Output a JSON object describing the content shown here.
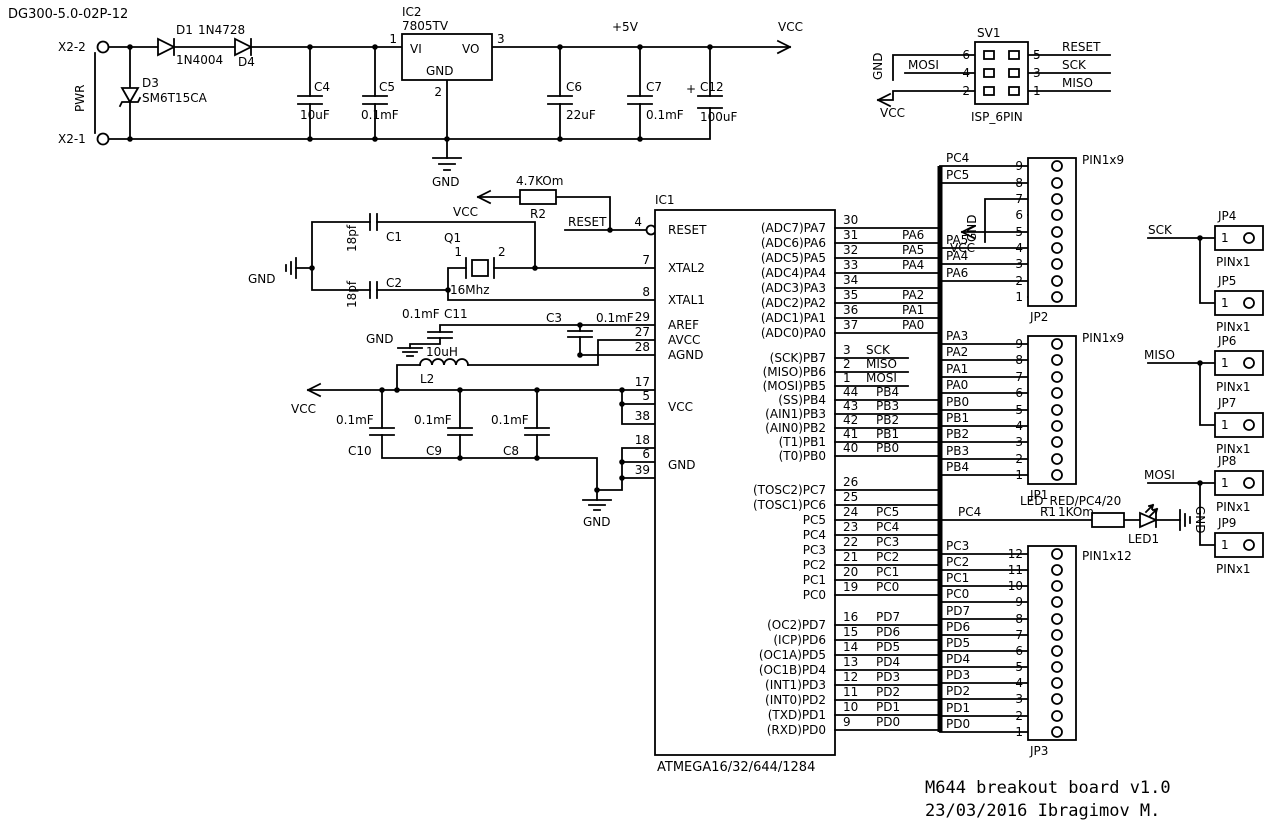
{
  "title": "DG300-5.0-02P-12",
  "footer": {
    "line1": "M644 breakout board v1.0",
    "line2": "23/03/2016 Ibragimov M."
  },
  "power": {
    "x2_2": "X2-2",
    "x2_1": "X2-1",
    "pwr": "PWR",
    "d1": {
      "name": "D1",
      "value": "1N4004"
    },
    "d4": {
      "name": "D4",
      "value": "1N4728"
    },
    "d3": {
      "name": "D3",
      "value": "SM6T15CA"
    },
    "c4": {
      "name": "C4",
      "value": "10uF"
    },
    "c5": {
      "name": "C5",
      "value": "0.1mF"
    },
    "c6": {
      "name": "C6",
      "value": "22uF"
    },
    "c7": {
      "name": "C7",
      "value": "0.1mF"
    },
    "c12": {
      "name": "C12",
      "value": "100uF",
      "plus": "+"
    },
    "plus5v": "+5V",
    "vcc": "VCC",
    "gnd": "GND"
  },
  "regulator": {
    "name": "IC2",
    "value": "7805TV",
    "vi": "VI",
    "vo": "VO",
    "gnd": "GND",
    "pin_in": "1",
    "pin_out": "3",
    "pin_gnd": "2"
  },
  "isp": {
    "name": "SV1",
    "type": "ISP_6PIN",
    "pin6": "6",
    "pin4": "4",
    "pin2": "2",
    "pin5": "5",
    "pin3": "3",
    "pin1": "1",
    "gnd": "GND",
    "mosi": "MOSI",
    "vcc": "VCC",
    "reset": "RESET",
    "sck": "SCK",
    "miso": "MISO"
  },
  "reset_net": {
    "vcc": "VCC",
    "r2": {
      "name": "R2",
      "value": "4.7KOm"
    },
    "label": "RESET"
  },
  "xtal": {
    "q1": "Q1",
    "freq": "16Mhz",
    "pin1": "1",
    "pin2": "2",
    "c1": {
      "name": "C1",
      "value": "18pf"
    },
    "c2": {
      "name": "C2",
      "value": "18pf"
    },
    "gnd": "GND"
  },
  "analog": {
    "c11": {
      "name": "C11",
      "value": "0.1mF"
    },
    "l2": {
      "name": "L2",
      "value": "10uH"
    },
    "c3": {
      "name": "C3",
      "value": "0.1mF"
    },
    "gnd": "GND"
  },
  "decoupling": {
    "vcc": "VCC",
    "gnd": "GND",
    "c10": {
      "name": "C10",
      "value": "0.1mF"
    },
    "c9": {
      "name": "C9",
      "value": "0.1mF"
    },
    "c8": {
      "name": "C8",
      "value": "0.1mF"
    }
  },
  "mcu": {
    "name": "IC1",
    "part": "ATMEGA16/32/644/1284",
    "left": [
      {
        "num": "4",
        "name": "RESET"
      },
      {
        "num": "7",
        "name": "XTAL2"
      },
      {
        "num": "8",
        "name": "XTAL1"
      },
      {
        "num": "29",
        "name": "AREF"
      },
      {
        "num": "27",
        "name": "AVCC"
      },
      {
        "num": "28",
        "name": "AGND"
      },
      {
        "num": "17"
      },
      {
        "num": "5",
        "name": "VCC"
      },
      {
        "num": "38"
      },
      {
        "num": "18"
      },
      {
        "num": "6",
        "name": "GND"
      },
      {
        "num": "39"
      }
    ],
    "porta": [
      {
        "name": "(ADC7)PA7",
        "num": "30"
      },
      {
        "name": "(ADC6)PA6",
        "num": "31",
        "net": "PA6"
      },
      {
        "name": "(ADC5)PA5",
        "num": "32",
        "net": "PA5"
      },
      {
        "name": "(ADC4)PA4",
        "num": "33",
        "net": "PA4"
      },
      {
        "name": "(ADC3)PA3",
        "num": "34"
      },
      {
        "name": "(ADC2)PA2",
        "num": "35",
        "net": "PA2"
      },
      {
        "name": "(ADC1)PA1",
        "num": "36",
        "net": "PA1"
      },
      {
        "name": "(ADC0)PA0",
        "num": "37",
        "net": "PA0"
      }
    ],
    "portb": [
      {
        "name": "(SCK)PB7",
        "num": "3",
        "net": "SCK"
      },
      {
        "name": "(MISO)PB6",
        "num": "2",
        "net": "MISO"
      },
      {
        "name": "(MOSI)PB5",
        "num": "1",
        "net": "MOSI"
      },
      {
        "name": "(SS)PB4",
        "num": "44",
        "net": "PB4"
      },
      {
        "name": "(AIN1)PB3",
        "num": "43",
        "net": "PB3"
      },
      {
        "name": "(AIN0)PB2",
        "num": "42",
        "net": "PB2"
      },
      {
        "name": "(T1)PB1",
        "num": "41",
        "net": "PB1"
      },
      {
        "name": "(T0)PB0",
        "num": "40",
        "net": "PB0"
      }
    ],
    "portc": [
      {
        "name": "(TOSC2)PC7",
        "num": "26"
      },
      {
        "name": "(TOSC1)PC6",
        "num": "25"
      },
      {
        "name": "PC5",
        "num": "24",
        "net": "PC5"
      },
      {
        "name": "PC4",
        "num": "23",
        "net": "PC4"
      },
      {
        "name": "PC3",
        "num": "22",
        "net": "PC3"
      },
      {
        "name": "PC2",
        "num": "21",
        "net": "PC2"
      },
      {
        "name": "PC1",
        "num": "20",
        "net": "PC1"
      },
      {
        "name": "PC0",
        "num": "19",
        "net": "PC0"
      }
    ],
    "portd": [
      {
        "name": "(OC2)PD7",
        "num": "16",
        "net": "PD7"
      },
      {
        "name": "(ICP)PD6",
        "num": "15",
        "net": "PD6"
      },
      {
        "name": "(OC1A)PD5",
        "num": "14",
        "net": "PD5"
      },
      {
        "name": "(OC1B)PD4",
        "num": "13",
        "net": "PD4"
      },
      {
        "name": "(INT1)PD3",
        "num": "12",
        "net": "PD3"
      },
      {
        "name": "(INT0)PD2",
        "num": "11",
        "net": "PD2"
      },
      {
        "name": "(TXD)PD1",
        "num": "10",
        "net": "PD1"
      },
      {
        "name": "(RXD)PD0",
        "num": "9",
        "net": "PD0"
      }
    ]
  },
  "jp2": {
    "name": "JP2",
    "type": "PIN1x9",
    "pins": [
      "9",
      "8",
      "7",
      "6",
      "5",
      "4",
      "3",
      "2",
      "1"
    ],
    "net_pc4": "PC4",
    "net_pc5": "PC5",
    "net_gnd": "GND",
    "net_vcc": "VCC",
    "net_pa5": "PA5",
    "net_pa4": "PA4",
    "net_pa6": "PA6"
  },
  "jp1": {
    "name": "JP1",
    "type": "PIN1x9",
    "pins": [
      "9",
      "8",
      "7",
      "6",
      "5",
      "4",
      "3",
      "2",
      "1"
    ],
    "nets": [
      "PA3",
      "PA2",
      "PA1",
      "PA0",
      "PB0",
      "PB1",
      "PB2",
      "PB3",
      "PB4"
    ]
  },
  "jp3": {
    "name": "JP3",
    "type": "PIN1x12",
    "pins": [
      "12",
      "11",
      "10",
      "9",
      "8",
      "7",
      "6",
      "5",
      "4",
      "3",
      "2",
      "1"
    ],
    "nets": [
      "PC3",
      "PC2",
      "PC1",
      "PC0",
      "PD7",
      "PD6",
      "PD5",
      "PD4",
      "PD3",
      "PD2",
      "PD1",
      "PD0"
    ]
  },
  "led": {
    "note": "LED_RED/PC4/20",
    "net": "PC4",
    "r1": {
      "name": "R1",
      "value": "1KOm"
    },
    "led1": "LED1",
    "gnd": "GND"
  },
  "headers": {
    "type": "PINx1",
    "pin": "1",
    "jp4": "JP4",
    "jp5": "JP5",
    "jp6": "JP6",
    "jp7": "JP7",
    "jp8": "JP8",
    "jp9": "JP9",
    "sck": "SCK",
    "miso": "MISO",
    "mosi": "MOSI"
  }
}
